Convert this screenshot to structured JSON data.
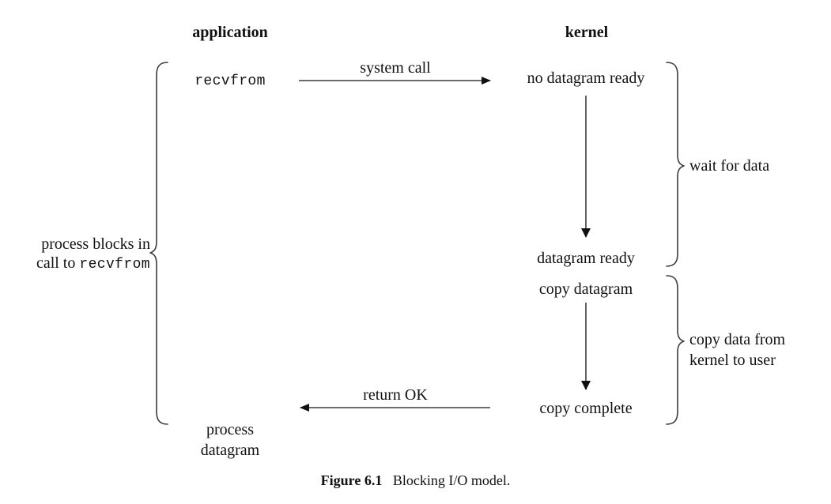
{
  "figure": {
    "caption_label": "Figure 6.1",
    "caption_text": "Blocking I/O model.",
    "columns": {
      "application_header": "application",
      "kernel_header": "kernel"
    },
    "application_side": {
      "call_label": "recvfrom",
      "blocking_note_line1": "process blocks in",
      "blocking_note_line2_prefix": "call to ",
      "blocking_note_line2_code": "recvfrom",
      "result_line1": "process",
      "result_line2": "datagram"
    },
    "kernel_side": {
      "state_no_datagram": "no datagram ready",
      "state_datagram_ready": "datagram ready",
      "state_copy_datagram": "copy datagram",
      "state_copy_complete": "copy complete"
    },
    "arrows": {
      "system_call_label": "system call",
      "return_label": "return OK"
    },
    "brace_labels": {
      "wait_for_data": "wait for data",
      "copy_data_line1": "copy data from",
      "copy_data_line2": "kernel to user"
    },
    "colors": {
      "ink": "#111111",
      "line": "#3b3b3b",
      "background": "#ffffff"
    }
  }
}
